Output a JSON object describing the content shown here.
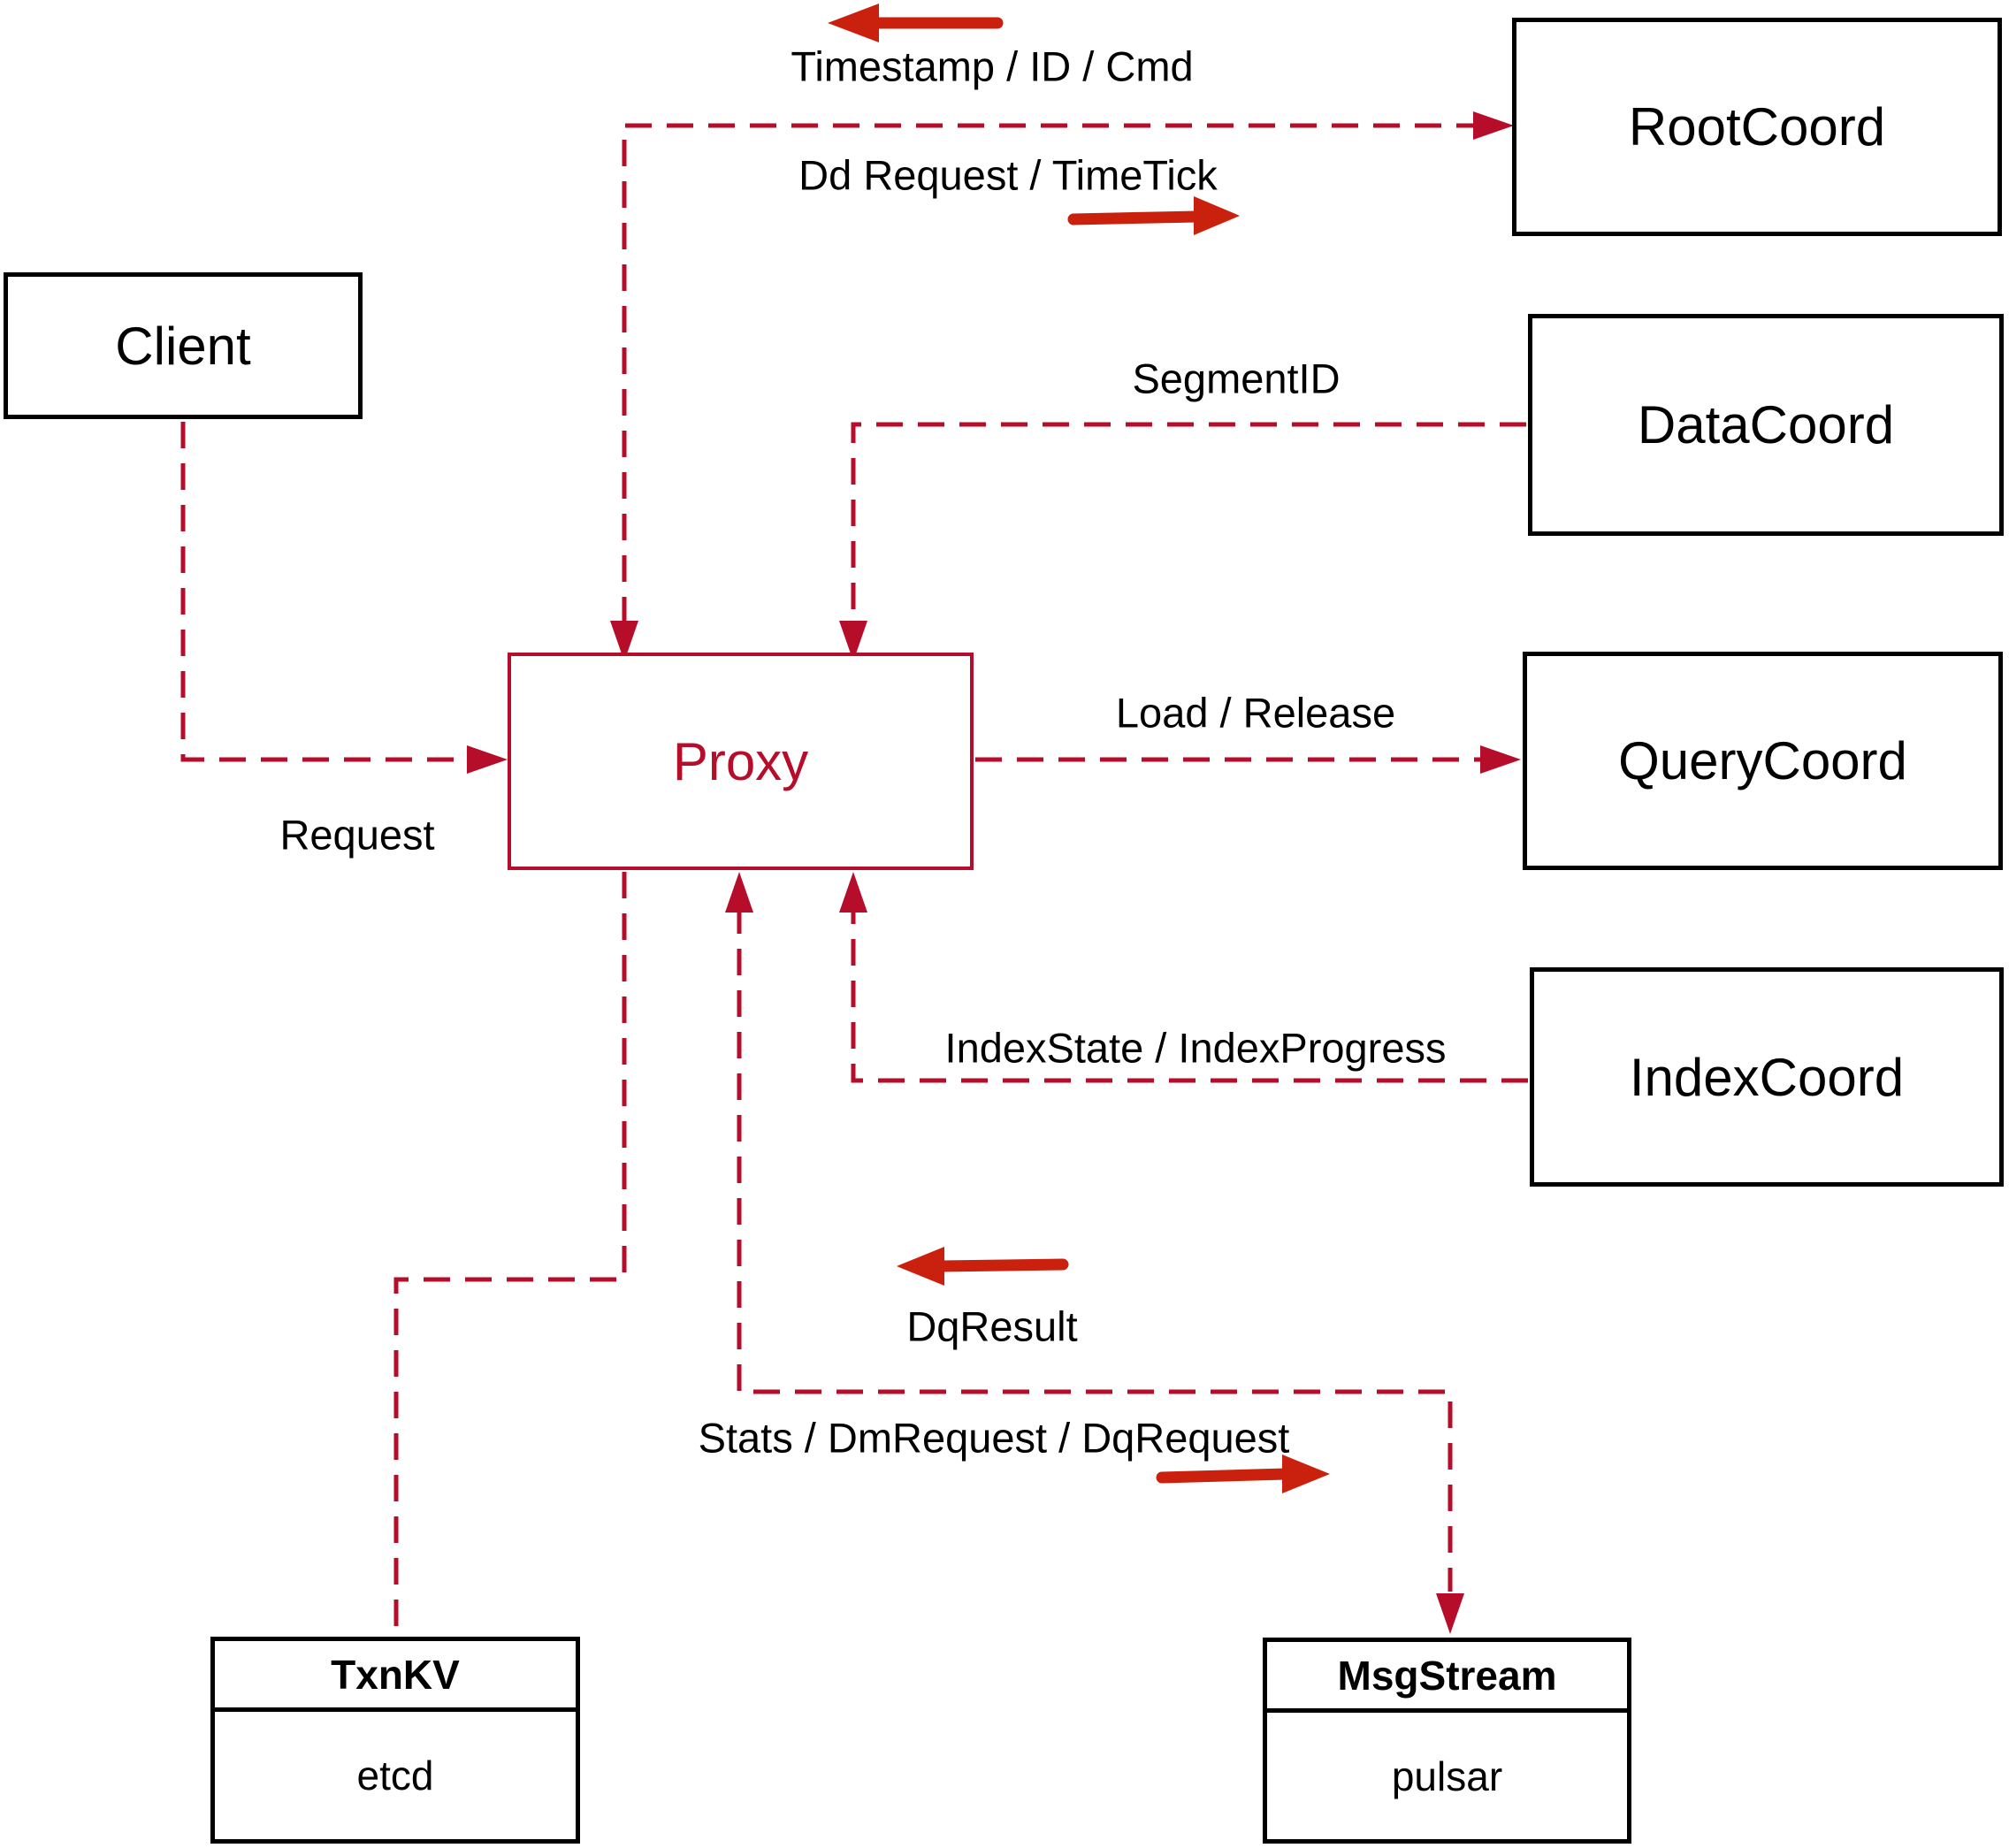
{
  "diagram": {
    "nodes": {
      "client": {
        "label": "Client"
      },
      "proxy": {
        "label": "Proxy"
      },
      "root_coord": {
        "label": "RootCoord"
      },
      "data_coord": {
        "label": "DataCoord"
      },
      "query_coord": {
        "label": "QueryCoord"
      },
      "index_coord": {
        "label": "IndexCoord"
      },
      "txn_kv": {
        "title": "TxnKV",
        "subtitle": "etcd"
      },
      "msg_stream": {
        "title": "MsgStream",
        "subtitle": "pulsar"
      }
    },
    "edges": {
      "proxy_rootcoord": {
        "label_to_proxy": "Timestamp / ID / Cmd",
        "label_to_rootcoord": "Dd Request / TimeTick"
      },
      "datacoord_proxy": {
        "label": "SegmentID"
      },
      "proxy_querycoord": {
        "label": "Load / Release"
      },
      "indexcoord_proxy": {
        "label": "IndexState / IndexProgress"
      },
      "proxy_msgstream": {
        "label_to_proxy": "DqResult",
        "label_to_msgstream": "Stats / DmRequest / DqRequest"
      },
      "client_proxy": {
        "label": "Request"
      }
    },
    "colors": {
      "dashed_line": "#b60d2b",
      "decor_arrow": "#c9210e",
      "box_border": "#000000",
      "proxy_accent": "#b60d2b"
    }
  }
}
